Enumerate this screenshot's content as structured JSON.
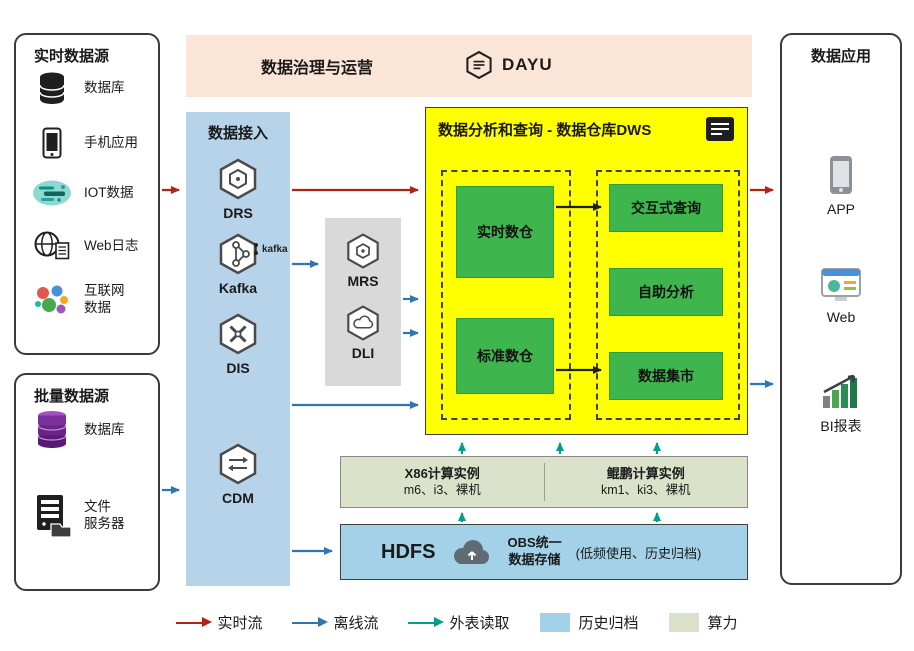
{
  "colors": {
    "realtime_flow": "#b02418",
    "offline_flow": "#2e75b6",
    "external_read": "#00a08c",
    "governance_bg": "#fbe5d6",
    "access_bg": "#b6d3ea",
    "middleware_bg": "#d9d9d9",
    "dws_bg": "#ffff00",
    "service_green": "#3fb54d",
    "compute_bg": "#dbe2ca",
    "storage_bg": "#a3d2e8"
  },
  "governance": {
    "title": "数据治理与运营",
    "logo_text": "DAYU"
  },
  "realtime_sources": {
    "title": "实时数据源",
    "items": [
      {
        "label": "数据库"
      },
      {
        "label": "手机应用"
      },
      {
        "label": "IOT数据"
      },
      {
        "label": "Web日志"
      },
      {
        "label": "互联网\n数据"
      }
    ]
  },
  "batch_sources": {
    "title": "批量数据源",
    "items": [
      {
        "label": "数据库"
      },
      {
        "label": "文件\n服务器"
      }
    ]
  },
  "data_access": {
    "title": "数据接入",
    "items": [
      {
        "label": "DRS"
      },
      {
        "label": "Kafka",
        "wordmark": "kafka"
      },
      {
        "label": "DIS"
      },
      {
        "label": "CDM"
      }
    ]
  },
  "middleware": {
    "items": [
      {
        "label": "MRS"
      },
      {
        "label": "DLI"
      }
    ]
  },
  "dws": {
    "title": "数据分析和查询 - 数据仓库DWS",
    "warehouses": [
      {
        "label": "实时数仓"
      },
      {
        "label": "标准数仓"
      }
    ],
    "services": [
      {
        "label": "交互式查询"
      },
      {
        "label": "自助分析"
      },
      {
        "label": "数据集市"
      }
    ]
  },
  "compute": {
    "x86_title": "X86计算实例",
    "x86_subtitle": "m6、i3、裸机",
    "kunpeng_title": "鲲鹏计算实例",
    "kunpeng_subtitle": "km1、ki3、裸机"
  },
  "storage": {
    "hdfs_label": "HDFS",
    "obs_label": "OBS统一\n数据存储",
    "note": "(低频使用、历史归档)"
  },
  "applications": {
    "title": "数据应用",
    "items": [
      {
        "label": "APP"
      },
      {
        "label": "Web"
      },
      {
        "label": "BI报表"
      }
    ]
  },
  "legend": {
    "realtime": "实时流",
    "offline": "离线流",
    "external": "外表读取",
    "archive": "历史归档",
    "compute": "算力"
  }
}
